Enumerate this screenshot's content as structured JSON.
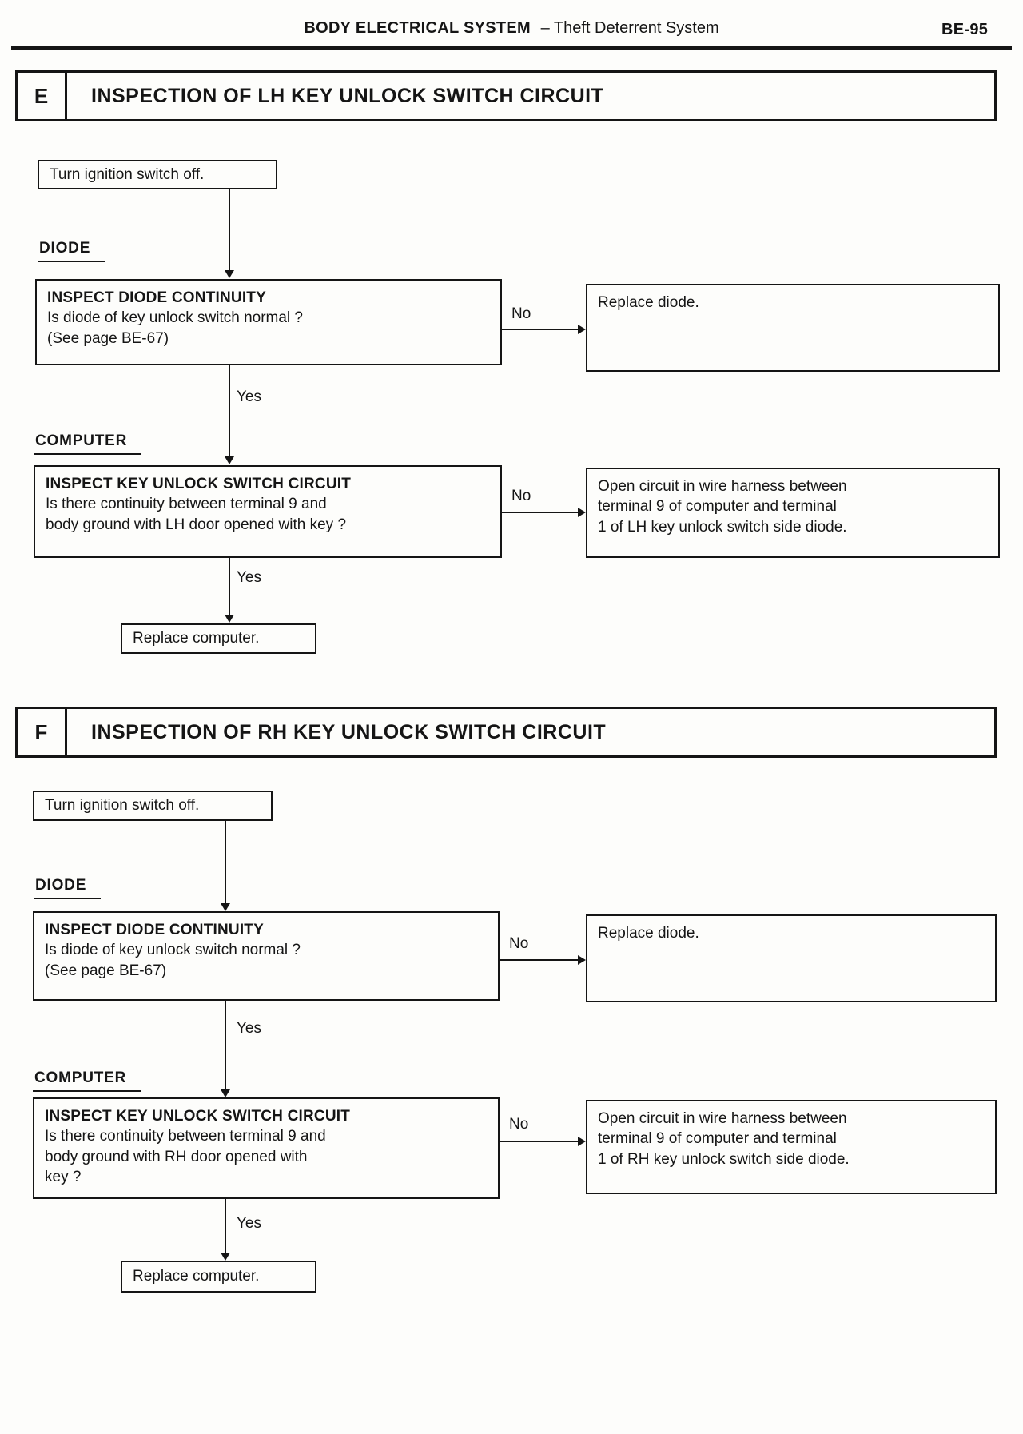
{
  "page": {
    "header_title_bold": "BODY ELECTRICAL SYSTEM",
    "header_title_rest": "– Theft Deterrent System",
    "page_number": "BE-95"
  },
  "labels": {
    "yes": "Yes",
    "no": "No"
  },
  "sections": [
    {
      "letter": "E",
      "title": "INSPECTION OF LH KEY UNLOCK SWITCH CIRCUIT",
      "start_box": "Turn ignition switch off.",
      "diode_heading": "DIODE",
      "diode_box_title": "INSPECT DIODE CONTINUITY",
      "diode_box_line1": "Is diode of key unlock switch normal ?",
      "diode_box_line2": "(See page BE-67)",
      "replace_diode": "Replace diode.",
      "computer_heading": "COMPUTER",
      "computer_box_title": "INSPECT KEY UNLOCK SWITCH CIRCUIT",
      "computer_box_line1": "Is there continuity between terminal 9 and",
      "computer_box_line2": "body ground with LH door opened with key ?",
      "open_circuit_line1": "Open circuit in wire harness between",
      "open_circuit_line2": "terminal 9 of computer and terminal",
      "open_circuit_line3": "1 of LH key unlock switch side diode.",
      "replace_computer": "Replace computer."
    },
    {
      "letter": "F",
      "title": "INSPECTION OF RH KEY UNLOCK SWITCH CIRCUIT",
      "start_box": "Turn ignition switch off.",
      "diode_heading": "DIODE",
      "diode_box_title": "INSPECT DIODE CONTINUITY",
      "diode_box_line1": "Is diode of key unlock switch normal ?",
      "diode_box_line2": "(See page BE-67)",
      "replace_diode": "Replace diode.",
      "computer_heading": "COMPUTER",
      "computer_box_title": "INSPECT KEY UNLOCK SWITCH CIRCUIT",
      "computer_box_line1": "Is there continuity between terminal 9 and",
      "computer_box_line2": "body ground with RH door opened with",
      "computer_box_line3": "key ?",
      "open_circuit_line1": "Open circuit in wire harness between",
      "open_circuit_line2": "terminal 9 of computer and terminal",
      "open_circuit_line3": "1 of RH key unlock switch side diode.",
      "replace_computer": "Replace computer."
    }
  ]
}
